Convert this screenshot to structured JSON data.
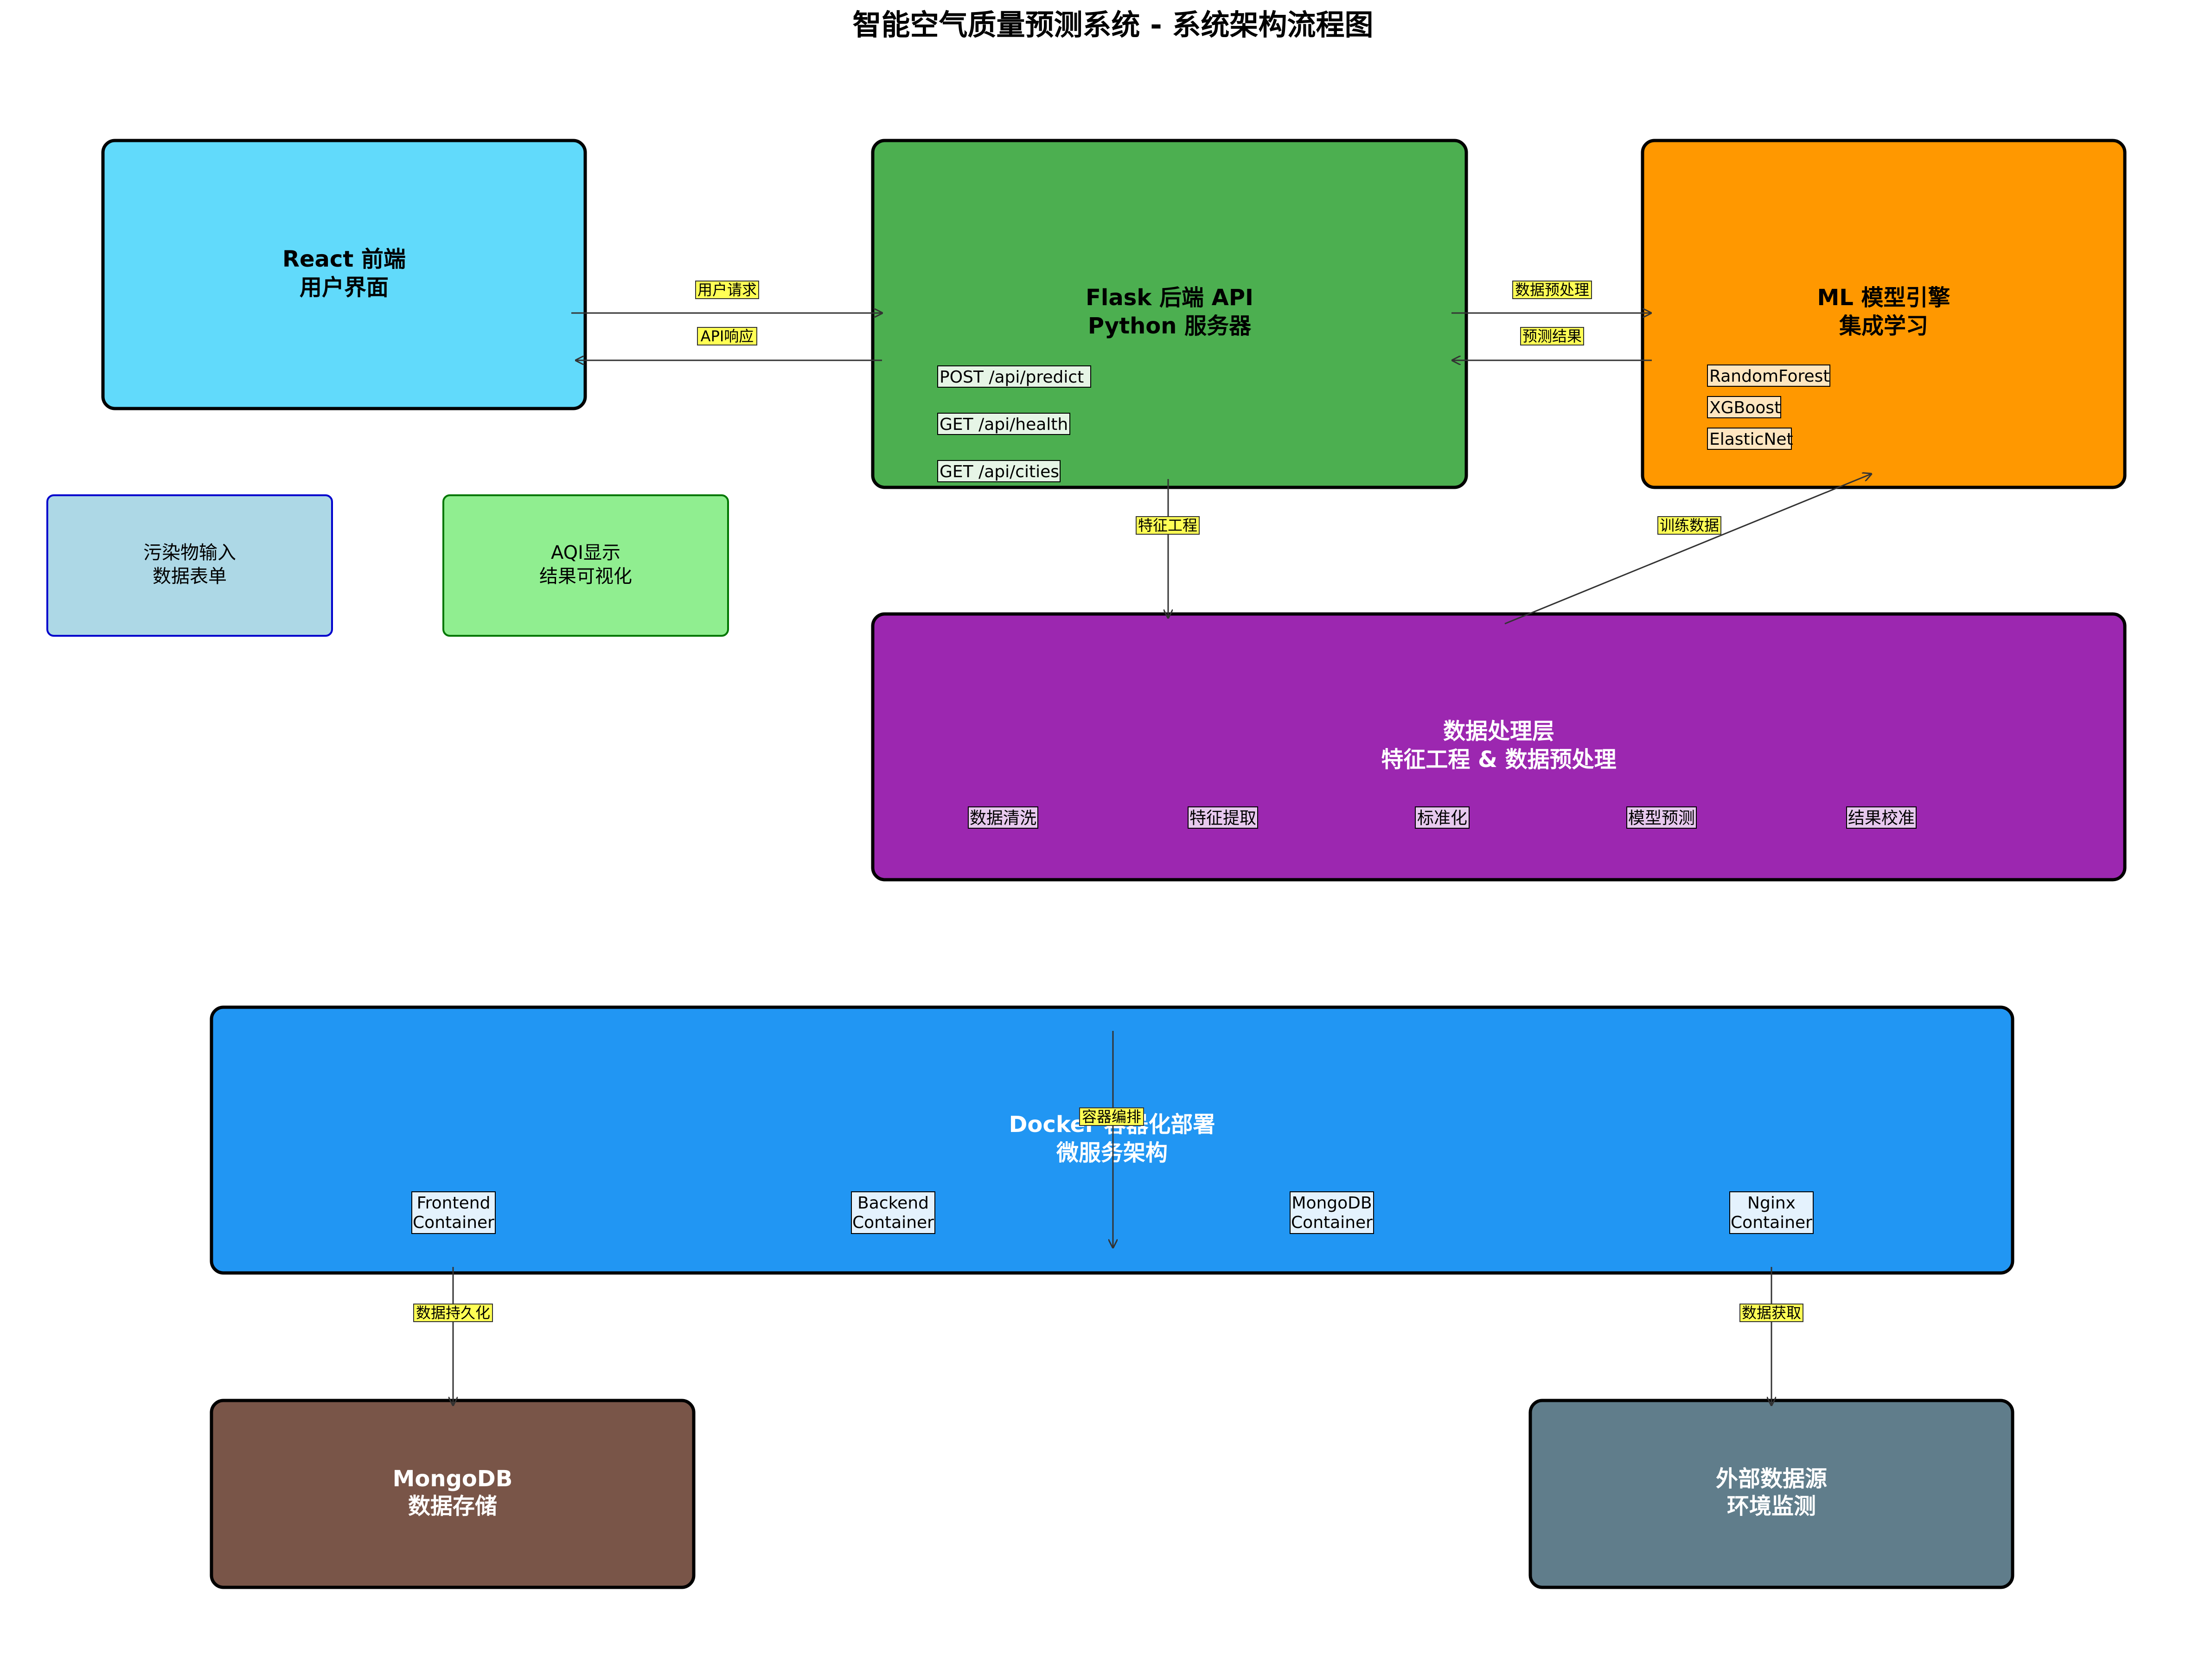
{
  "title": "智能空气质量预测系统 - 系统架构流程图",
  "colors": {
    "react": "#61dafb",
    "flask": "#4caf50",
    "ml": "#ff9800",
    "data_layer": "#9c27b0",
    "docker": "#2196f3",
    "mongodb": "#795548",
    "external": "#607d8b",
    "input_form": "#add8e6",
    "aqi_display": "#90ee90",
    "edge_label_bg": "#ffff55"
  },
  "nodes": {
    "react": {
      "line1": "React 前端",
      "line2": "用户界面"
    },
    "flask": {
      "line1": "Flask 后端 API",
      "line2": "Python 服务器",
      "endpoints": [
        "POST /api/predict",
        "GET /api/health",
        "GET /api/cities"
      ]
    },
    "ml": {
      "line1": "ML 模型引擎",
      "line2": "集成学习",
      "models": [
        "RandomForest",
        "XGBoost",
        "ElasticNet"
      ]
    },
    "input_form": {
      "line1": "污染物输入",
      "line2": "数据表单"
    },
    "aqi_display": {
      "line1": "AQI显示",
      "line2": "结果可视化"
    },
    "data_layer": {
      "line1": "数据处理层",
      "line2": "特征工程 & 数据预处理",
      "steps": [
        "数据清洗",
        "特征提取",
        "标准化",
        "模型预测",
        "结果校准"
      ]
    },
    "docker": {
      "line1": "Docker 容器化部署",
      "line2": "微服务架构",
      "containers": [
        {
          "line1": "Frontend",
          "line2": "Container"
        },
        {
          "line1": "Backend",
          "line2": "Container"
        },
        {
          "line1": "MongoDB",
          "line2": "Container"
        },
        {
          "line1": "Nginx",
          "line2": "Container"
        }
      ]
    },
    "mongodb": {
      "line1": "MongoDB",
      "line2": "数据存储"
    },
    "external": {
      "line1": "外部数据源",
      "line2": "环境监测"
    }
  },
  "edges": {
    "user_request": "用户请求",
    "api_response": "API响应",
    "data_preprocess": "数据预处理",
    "predict_result": "预测结果",
    "feature_engineering": "特征工程",
    "training_data": "训练数据",
    "container_orchestration": "容器编排",
    "data_persistence": "数据持久化",
    "data_fetch": "数据获取"
  }
}
